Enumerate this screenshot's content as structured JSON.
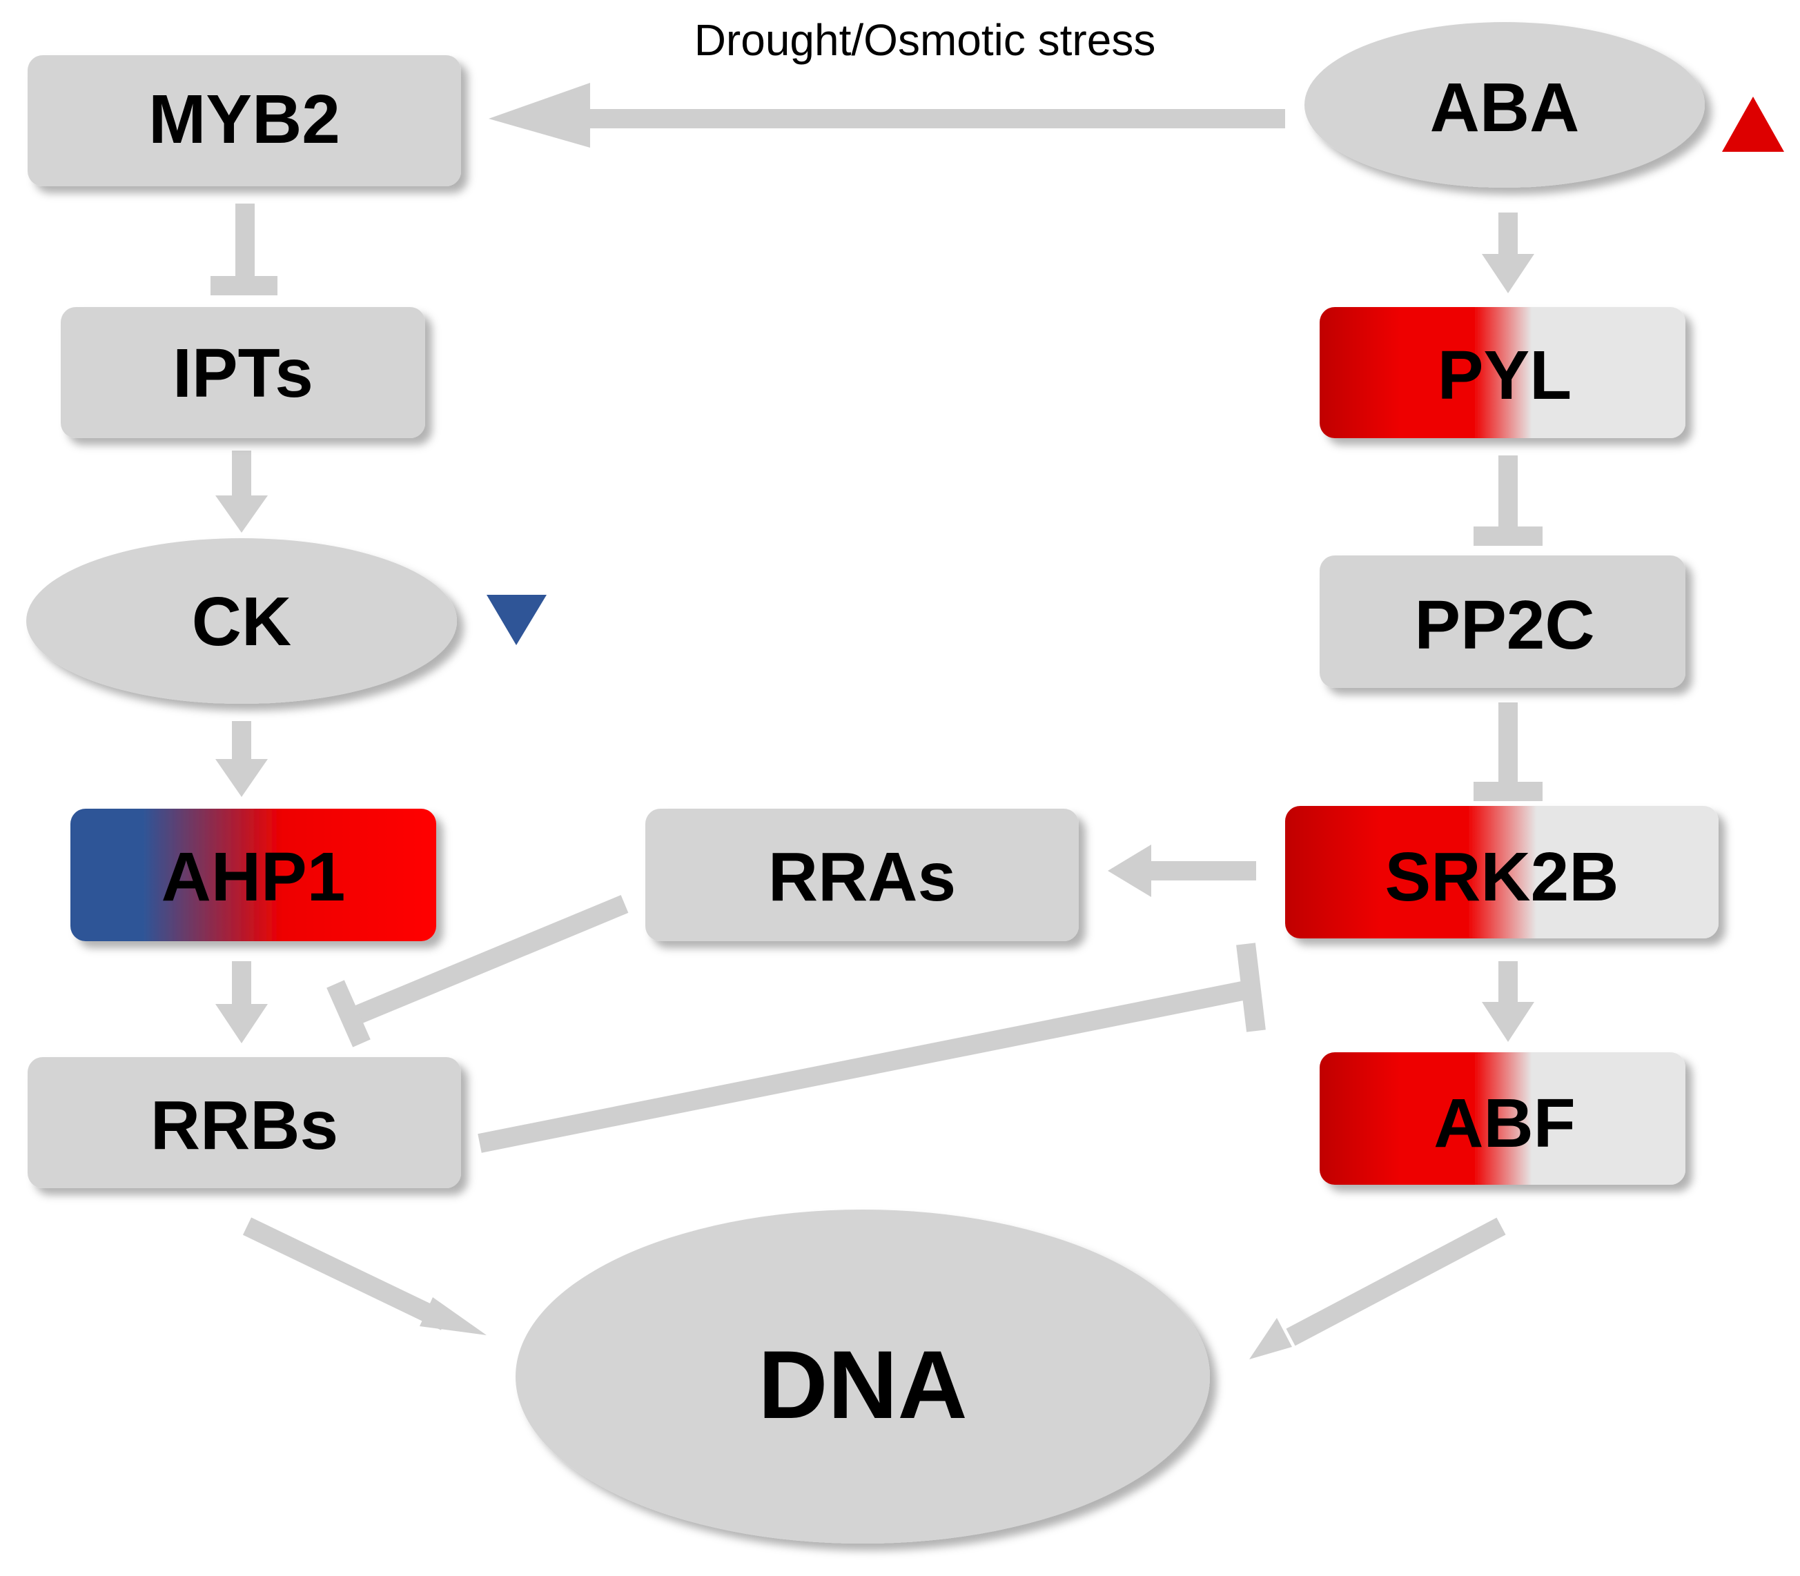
{
  "stress_label": "Drought/Osmotic stress",
  "colors": {
    "node_fill": "#d4d4d4",
    "edge": "#cfcfcf",
    "up_red": "#dd0000",
    "down_blue": "#2f5597",
    "text": "#000000"
  },
  "nodes": {
    "myb2": "MYB2",
    "ipts": "IPTs",
    "ck": "CK",
    "ahp1": "AHP1",
    "rrbs": "RRBs",
    "rras": "RRAs",
    "aba": "ABA",
    "pyl": "PYL",
    "pp2c": "PP2C",
    "srk2b": "SRK2B",
    "abf": "ABF",
    "dna": "DNA"
  },
  "regulation": {
    "aba": "up",
    "ck": "down"
  },
  "edges": [
    {
      "from": "ABA",
      "to": "MYB2",
      "type": "activation",
      "label": "Drought/Osmotic stress"
    },
    {
      "from": "MYB2",
      "to": "IPTs",
      "type": "inhibition"
    },
    {
      "from": "IPTs",
      "to": "CK",
      "type": "activation"
    },
    {
      "from": "CK",
      "to": "AHP1",
      "type": "activation"
    },
    {
      "from": "AHP1",
      "to": "RRBs",
      "type": "activation"
    },
    {
      "from": "RRAs",
      "to": "RRBs",
      "type": "inhibition"
    },
    {
      "from": "RRBs",
      "to": "SRK2B",
      "type": "inhibition"
    },
    {
      "from": "ABA",
      "to": "PYL",
      "type": "activation"
    },
    {
      "from": "PYL",
      "to": "PP2C",
      "type": "inhibition"
    },
    {
      "from": "PP2C",
      "to": "SRK2B",
      "type": "inhibition"
    },
    {
      "from": "SRK2B",
      "to": "RRAs",
      "type": "activation"
    },
    {
      "from": "SRK2B",
      "to": "ABF",
      "type": "activation"
    },
    {
      "from": "RRBs",
      "to": "DNA",
      "type": "activation"
    },
    {
      "from": "ABF",
      "to": "DNA",
      "type": "activation"
    }
  ]
}
